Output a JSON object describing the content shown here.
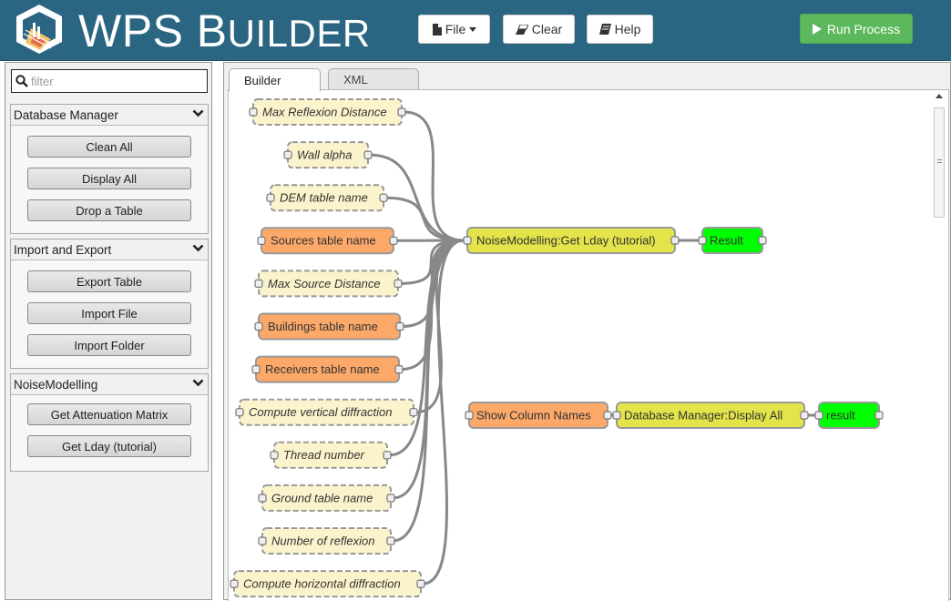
{
  "header": {
    "title_big_1": "WPS ",
    "title_big_2": "B",
    "title_small": "UILDER",
    "file_label": "File",
    "clear_label": "Clear",
    "help_label": "Help",
    "run_label": "Run Process"
  },
  "sidebar": {
    "filter_placeholder": "filter",
    "groups": [
      {
        "title": "Database Manager",
        "buttons": [
          "Clean All",
          "Display All",
          "Drop a Table"
        ]
      },
      {
        "title": "Import and Export",
        "buttons": [
          "Export Table",
          "Import File",
          "Import Folder"
        ]
      },
      {
        "title": "NoiseModelling",
        "buttons": [
          "Get Attenuation Matrix",
          "Get Lday (tutorial)"
        ]
      }
    ]
  },
  "tabs": {
    "builder": "Builder",
    "xml": "XML"
  },
  "colors": {
    "header_bg": "#2a6582",
    "optional_input": "#fbf3cc",
    "required_input": "#fba869",
    "process": "#e3e34a",
    "output": "#00ff00",
    "run_button": "#5cb85c"
  },
  "flow": {
    "inputs": [
      {
        "label": "Max Reflexion Distance",
        "kind": "optional"
      },
      {
        "label": "Wall alpha",
        "kind": "optional"
      },
      {
        "label": "DEM table name",
        "kind": "optional"
      },
      {
        "label": "Sources table name",
        "kind": "required"
      },
      {
        "label": "Max Source Distance",
        "kind": "optional"
      },
      {
        "label": "Buildings table name",
        "kind": "required"
      },
      {
        "label": "Receivers table name",
        "kind": "required"
      },
      {
        "label": "Compute vertical diffraction",
        "kind": "optional"
      },
      {
        "label": "Thread number",
        "kind": "optional"
      },
      {
        "label": "Ground table name",
        "kind": "optional"
      },
      {
        "label": "Number of reflexion",
        "kind": "optional"
      },
      {
        "label": "Compute horizontal diffraction",
        "kind": "optional"
      }
    ],
    "process1": "NoiseModelling:Get Lday (tutorial)",
    "output1": "Result",
    "input2": "Show Column Names",
    "process2": "Database Manager:Display All",
    "output2": "result"
  }
}
